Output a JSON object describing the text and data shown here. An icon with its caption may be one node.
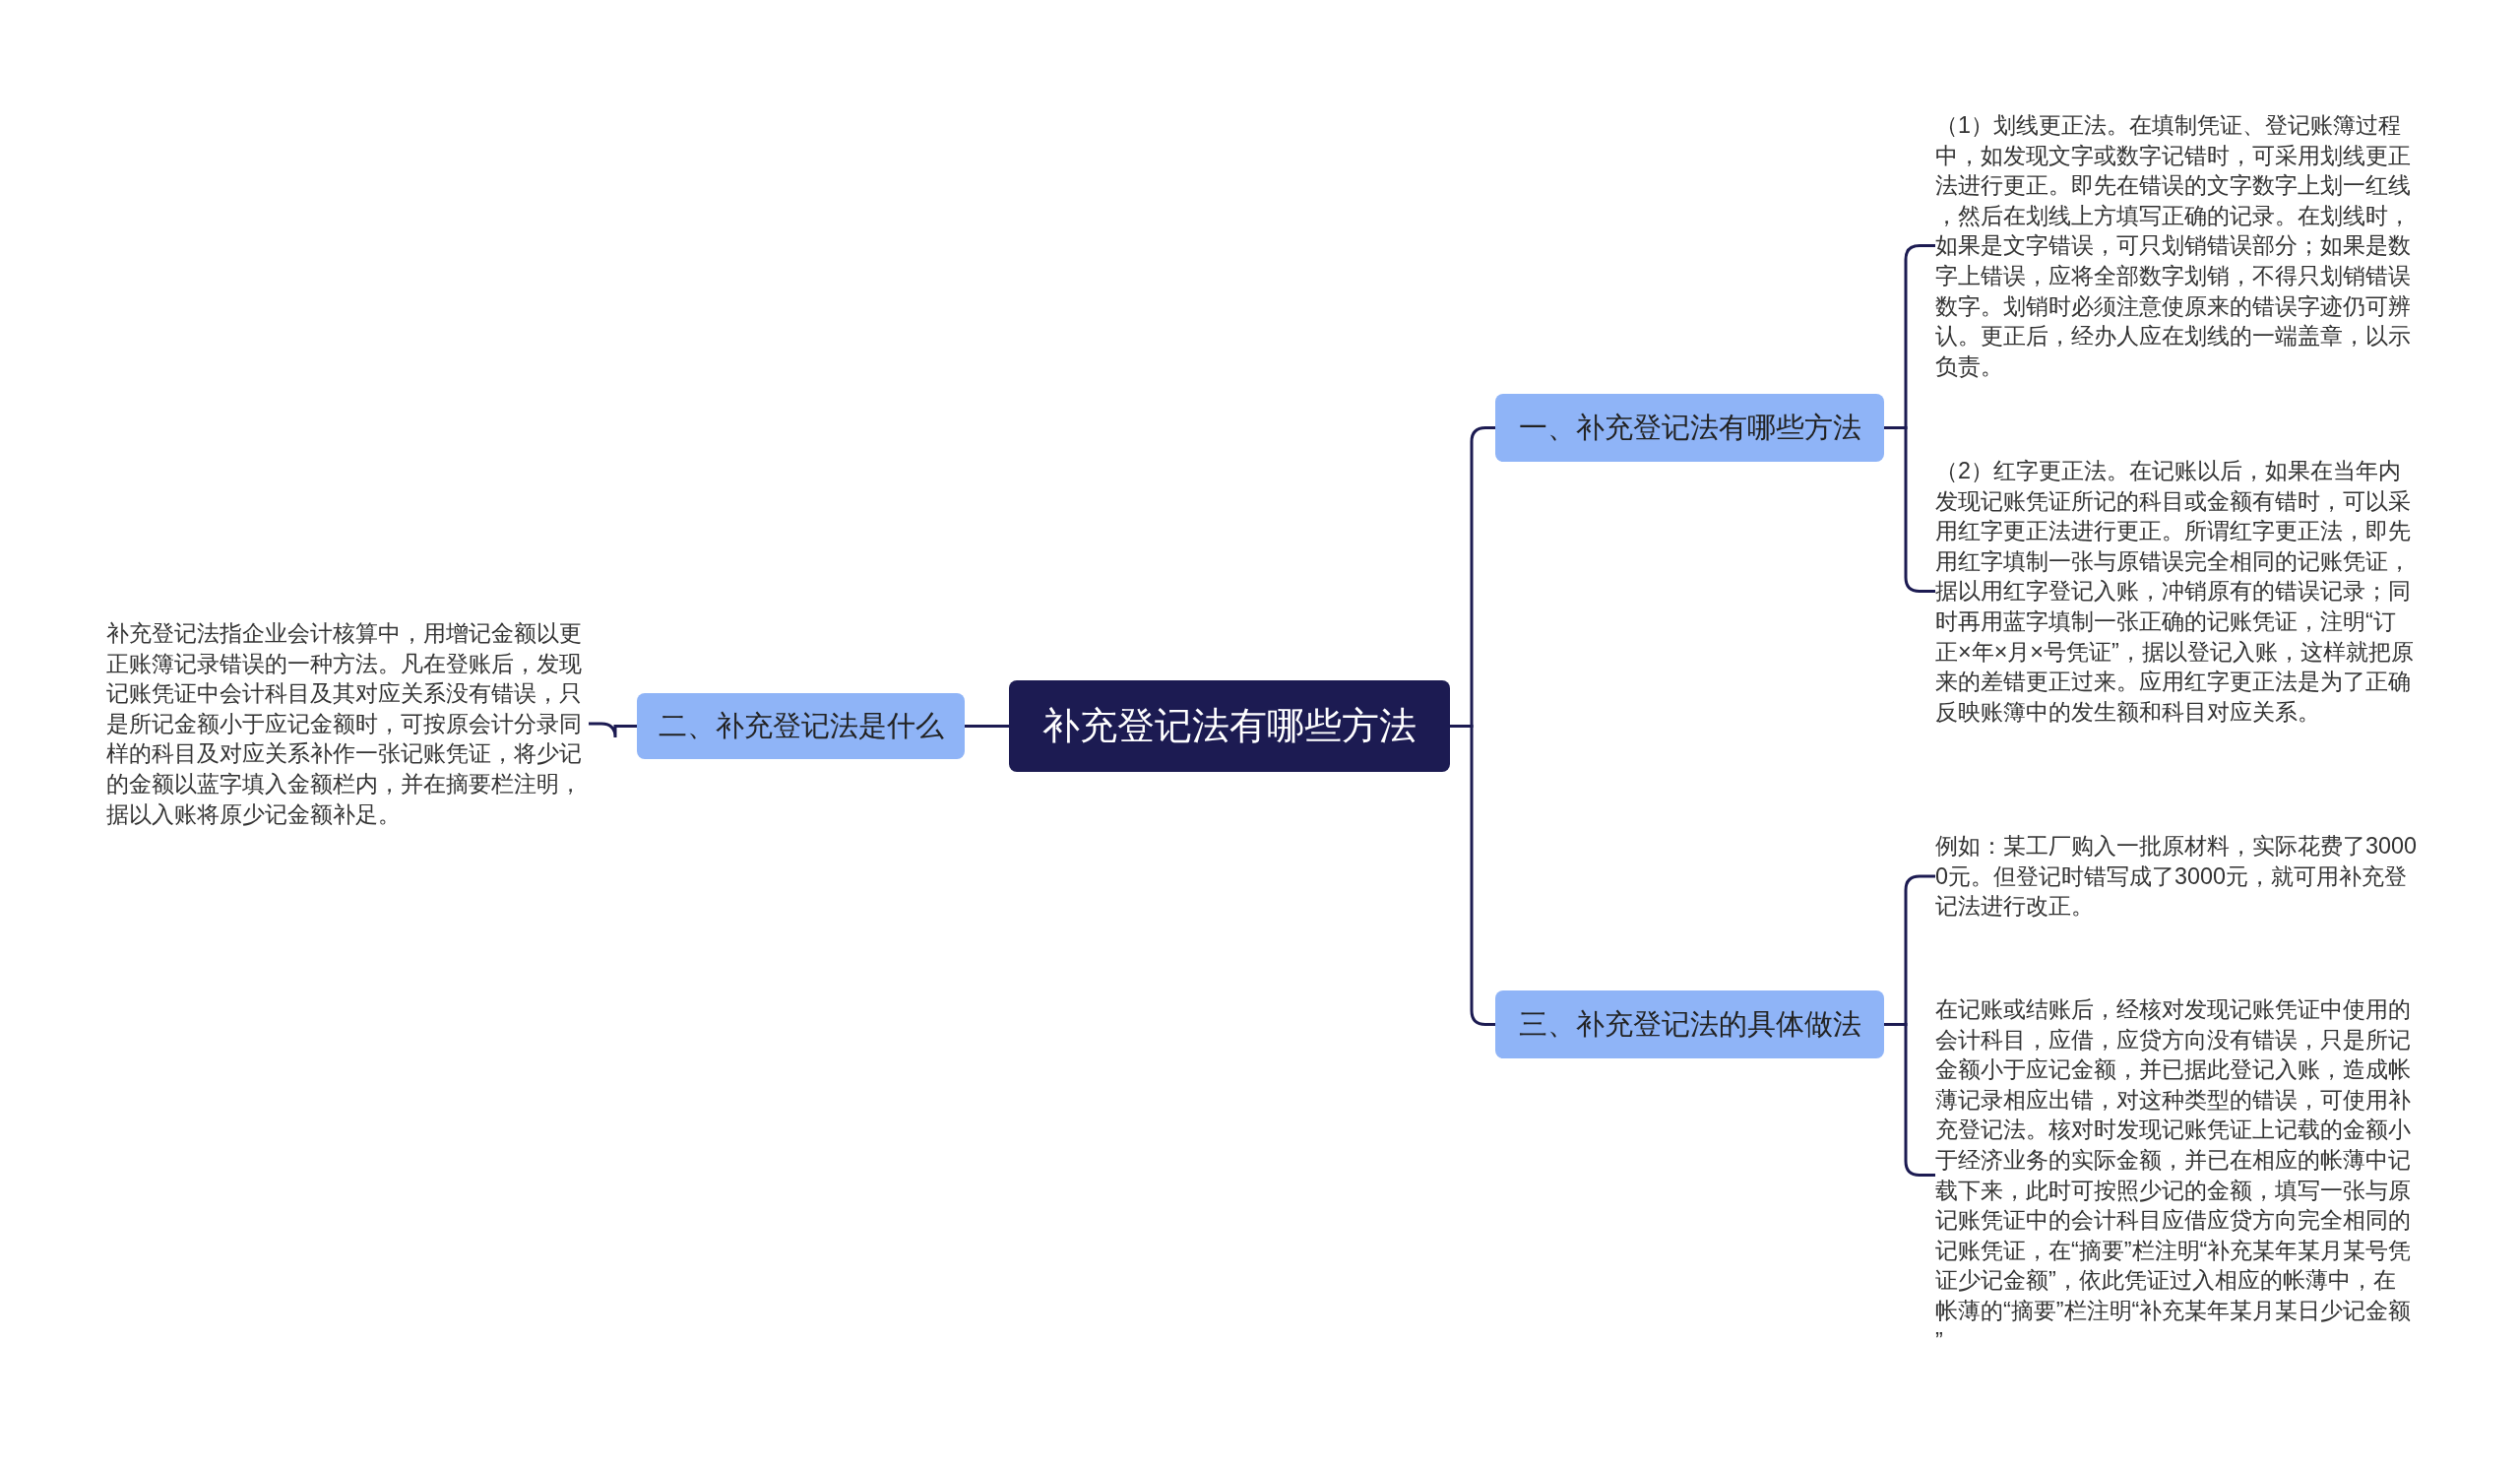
{
  "diagram": {
    "nodes": [
      {
        "text": [
          "补充登记法有哪些方法"
        ]
      },
      {
        "text": [
          "二、补充登记法是什么"
        ]
      },
      {
        "text": [
          "补充登记法指企业会计核算中，用增记金额以更正账簿记录错误的一种方法。凡在登账后，发现记账凭证中会计科目及其对应关系没有错误，只是所记金额小于应记金额时，可按原会计分录同样的科目及对应关系补作一张记账凭证，将少记的金额以蓝字填入金额栏内，并在摘要栏注明，据以入账将原少记金额补足。"
        ]
      },
      {
        "text": [
          "一、补充登记法有哪些方法"
        ]
      },
      {
        "text": [
          "（1）划线更正法。在填制凭证、登记账簿过程中，如发现文字或数字记错时，可采用划线更正法进行更正。即先在错误的文字数字上划一红线，然后在划线上方填写正确的记录。在划线时，如果是文字错误，可只划销错误部分；如果是数字上错误，应将全部数字划销，不得只划销错误数字。划销时必须注意使原来的错误字迹仍可辨认。更正后，经办人应在划线的一端盖章，以示负责。"
        ]
      },
      {
        "text": [
          "（2）红字更正法。在记账以后，如果在当年内发现记账凭证所记的科目或金额有错时，可以采用红字更正法进行更正。所谓红字更正法，即先用红字填制一张与原错误完全相同的记账凭证，据以用红字登记入账，冲销原有的错误记录；同时再用蓝字填制一张正确的记账凭证，注明“订正×年×月×号凭证”，据以登记入账，这样就把原来的差错更正过来。应用红字更正法是为了正确反映账簿中的发生额和科目对应关系。"
        ]
      },
      {
        "text": [
          "三、补充登记法的具体做法"
        ]
      },
      {
        "text": [
          "例如：某工厂购入一批原材料，实际花费了30000元。但登记时错写成了3000元，就可用补充登记法进行改正。"
        ]
      },
      {
        "text": [
          "在记账或结账后，经核对发现记账凭证中使用的会计科目，应借，应贷方向没有错误，只是所记金额小于应记金额，并已据此登记入账，造成帐薄记录相应出错，对这种类型的错误，可使用补充登记法。核对时发现记账凭证上记载的金额小于经济业务的实际金额，并已在相应的帐薄中记载下来，此时可按照少记的金额，填写一张与原记账凭证中的会计科目应借应贷方向完全相同的记账凭证，在“摘要”栏注明“补充某年某月某号凭证少记金额”，依此凭证过入相应的帐薄中，在帐薄的“摘要”栏注明“补充某年某月某日少记金额”"
        ]
      }
    ],
    "edges": [
      {
        "from": 0,
        "to": 3,
        "arrow": "none"
      },
      {
        "from": 0,
        "to": 1,
        "arrow": "none"
      },
      {
        "from": 0,
        "to": 6,
        "arrow": "none"
      },
      {
        "from": 1,
        "to": 2,
        "arrow": "none"
      },
      {
        "from": 3,
        "to": 4,
        "arrow": "none"
      },
      {
        "from": 3,
        "to": 5,
        "arrow": "none"
      },
      {
        "from": 6,
        "to": 7,
        "arrow": "none"
      },
      {
        "from": 6,
        "to": 8,
        "arrow": "none"
      }
    ]
  }
}
